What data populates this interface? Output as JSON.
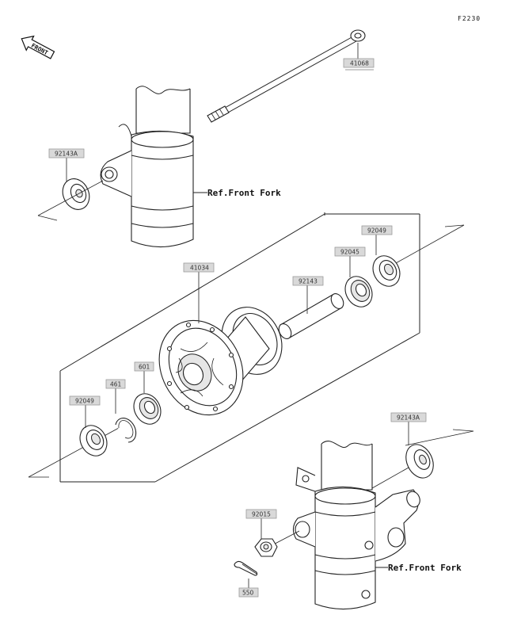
{
  "diagram_code": "F2230",
  "front_label": "FRONT",
  "refs": {
    "upper_fork": "Ref.Front Fork",
    "lower_fork": "Ref.Front Fork"
  },
  "part_numbers": {
    "axle": "41068",
    "collar_left_upper": "92143A",
    "hub": "41034",
    "seal_right": "92049",
    "bearing_right": "92045",
    "spacer": "92143",
    "bearing_left": "601",
    "circlip": "461",
    "seal_left": "92049",
    "collar_right_lower": "92143A",
    "nut": "92015",
    "cotter_pin": "550"
  }
}
